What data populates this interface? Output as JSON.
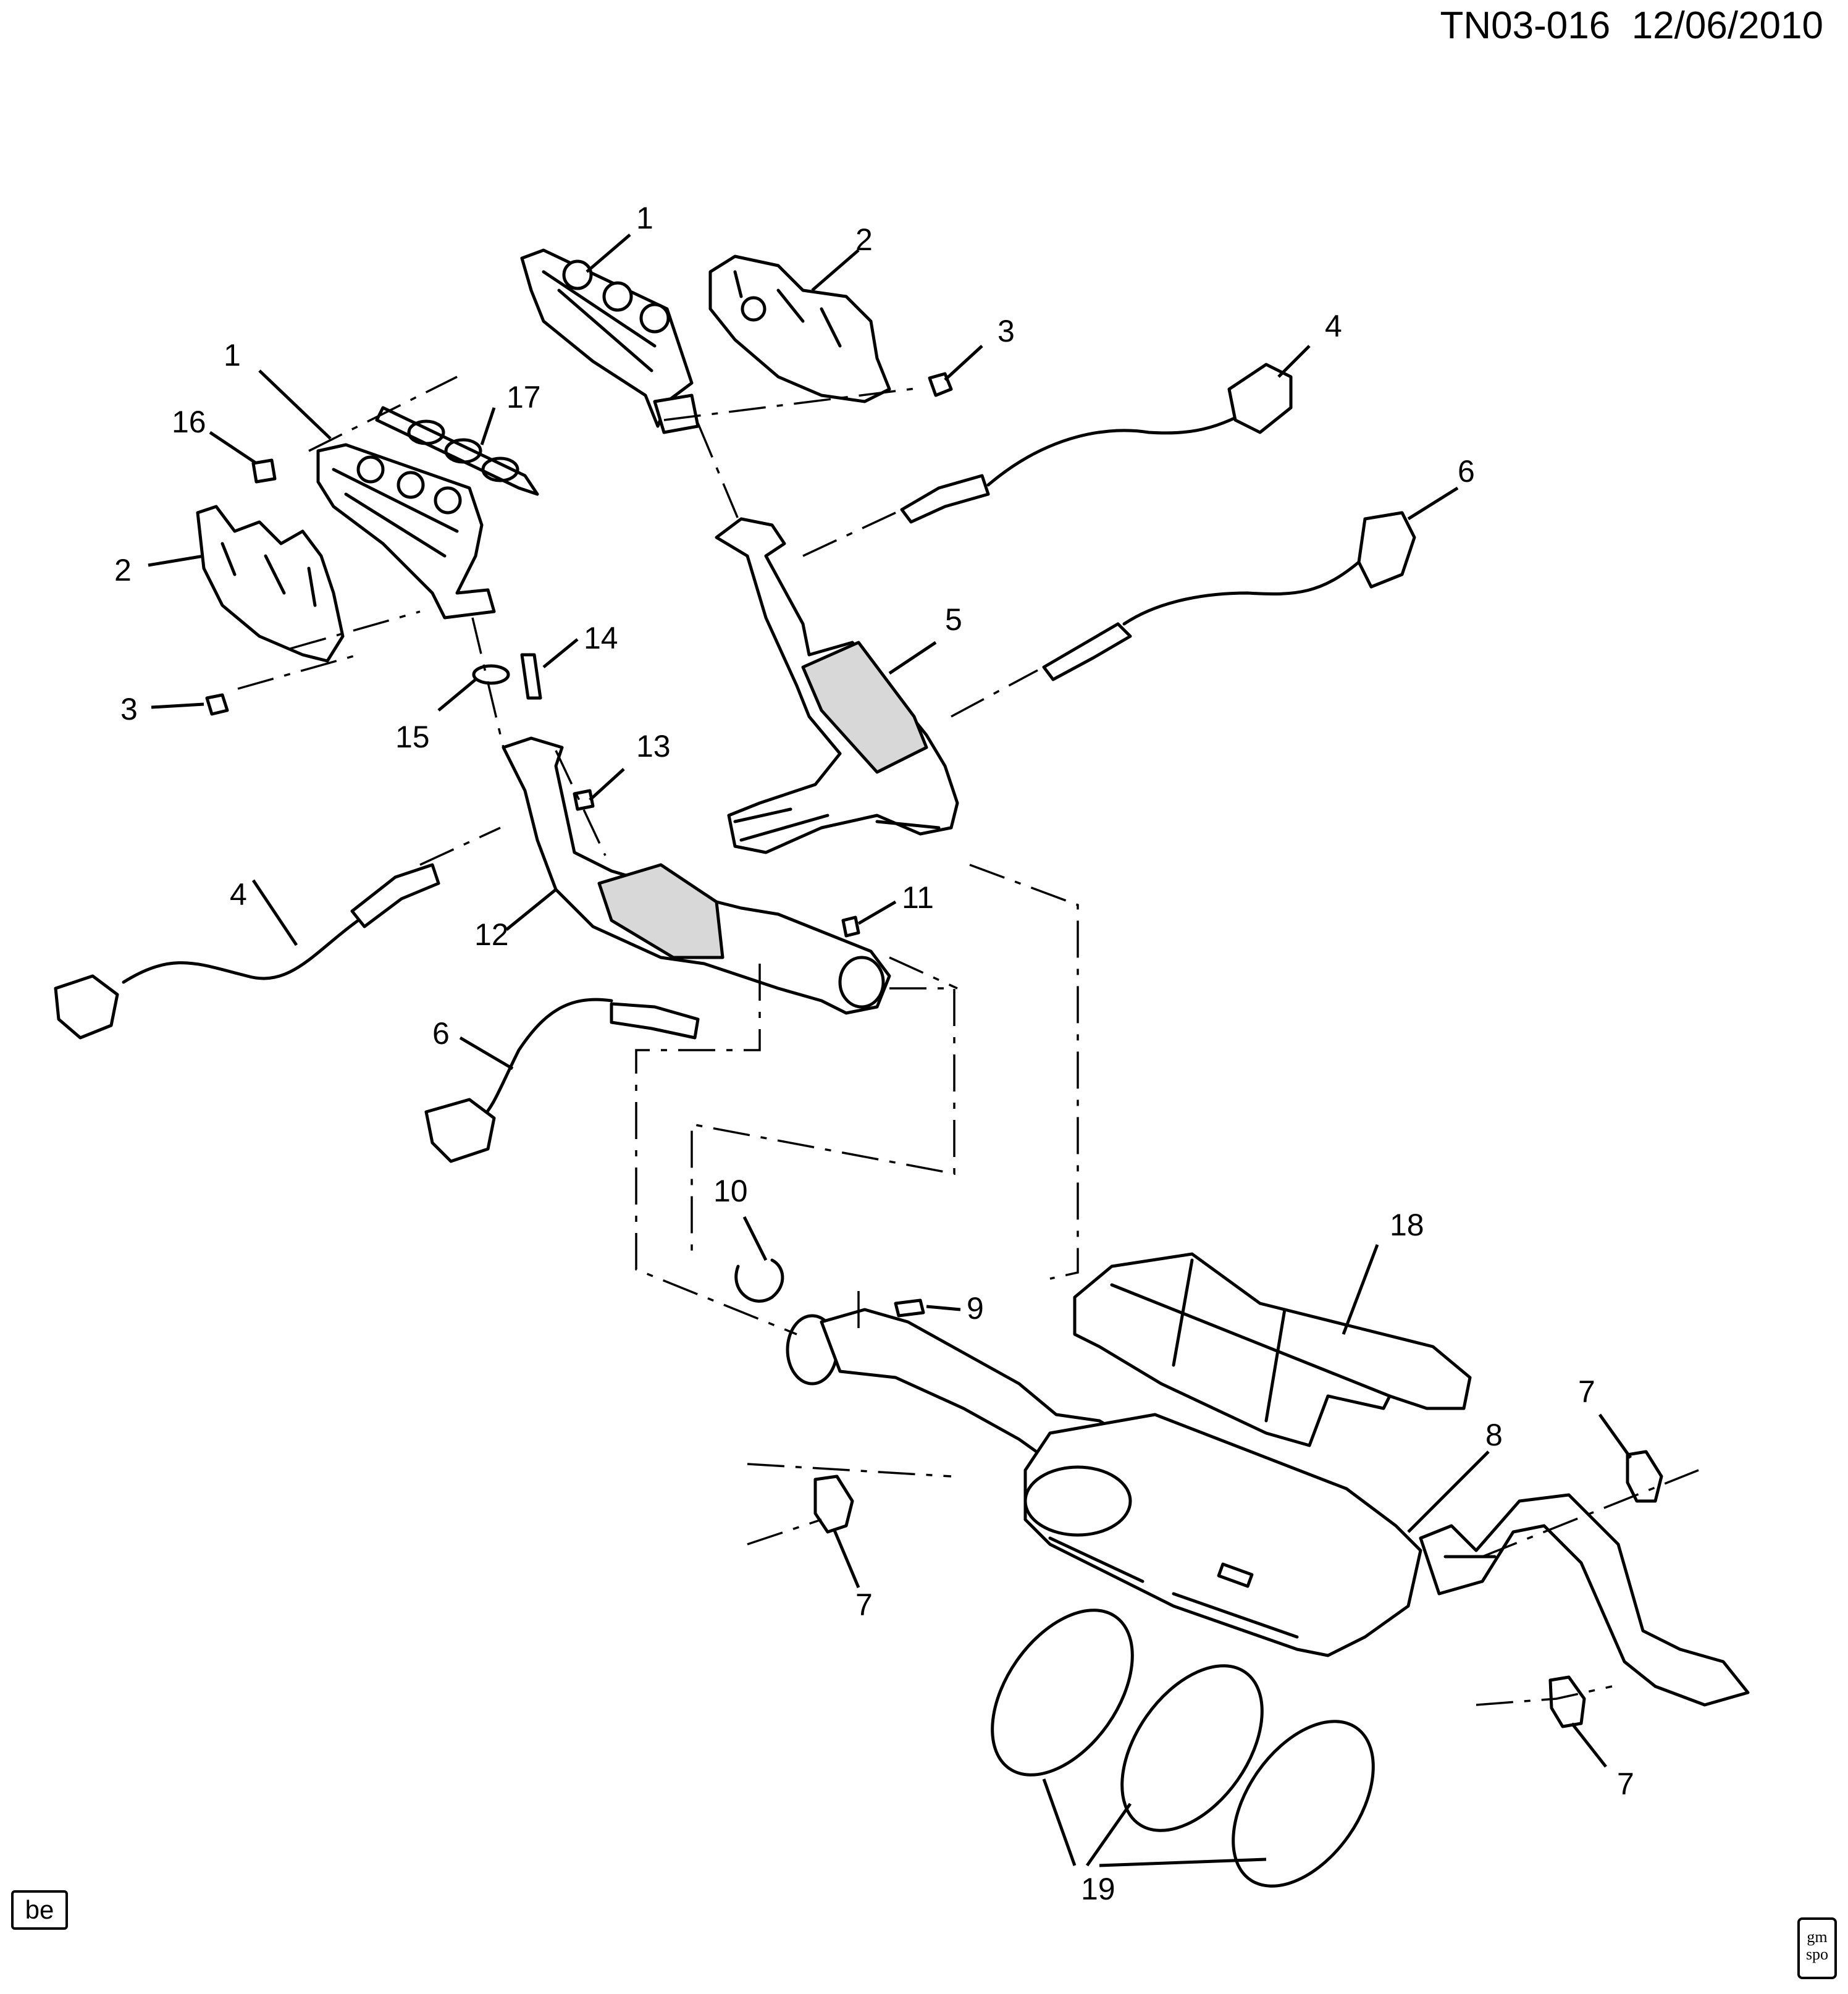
{
  "header": {
    "code": "TN03-016",
    "date": "12/06/2010"
  },
  "corner_tag": "be",
  "logo": {
    "line1": "gm",
    "line2": "spo"
  },
  "callouts": [
    "1",
    "1",
    "2",
    "2",
    "3",
    "3",
    "4",
    "4",
    "5",
    "6",
    "6",
    "7",
    "7",
    "7",
    "8",
    "9",
    "10",
    "11",
    "12",
    "13",
    "14",
    "15",
    "16",
    "17",
    "18",
    "19"
  ]
}
